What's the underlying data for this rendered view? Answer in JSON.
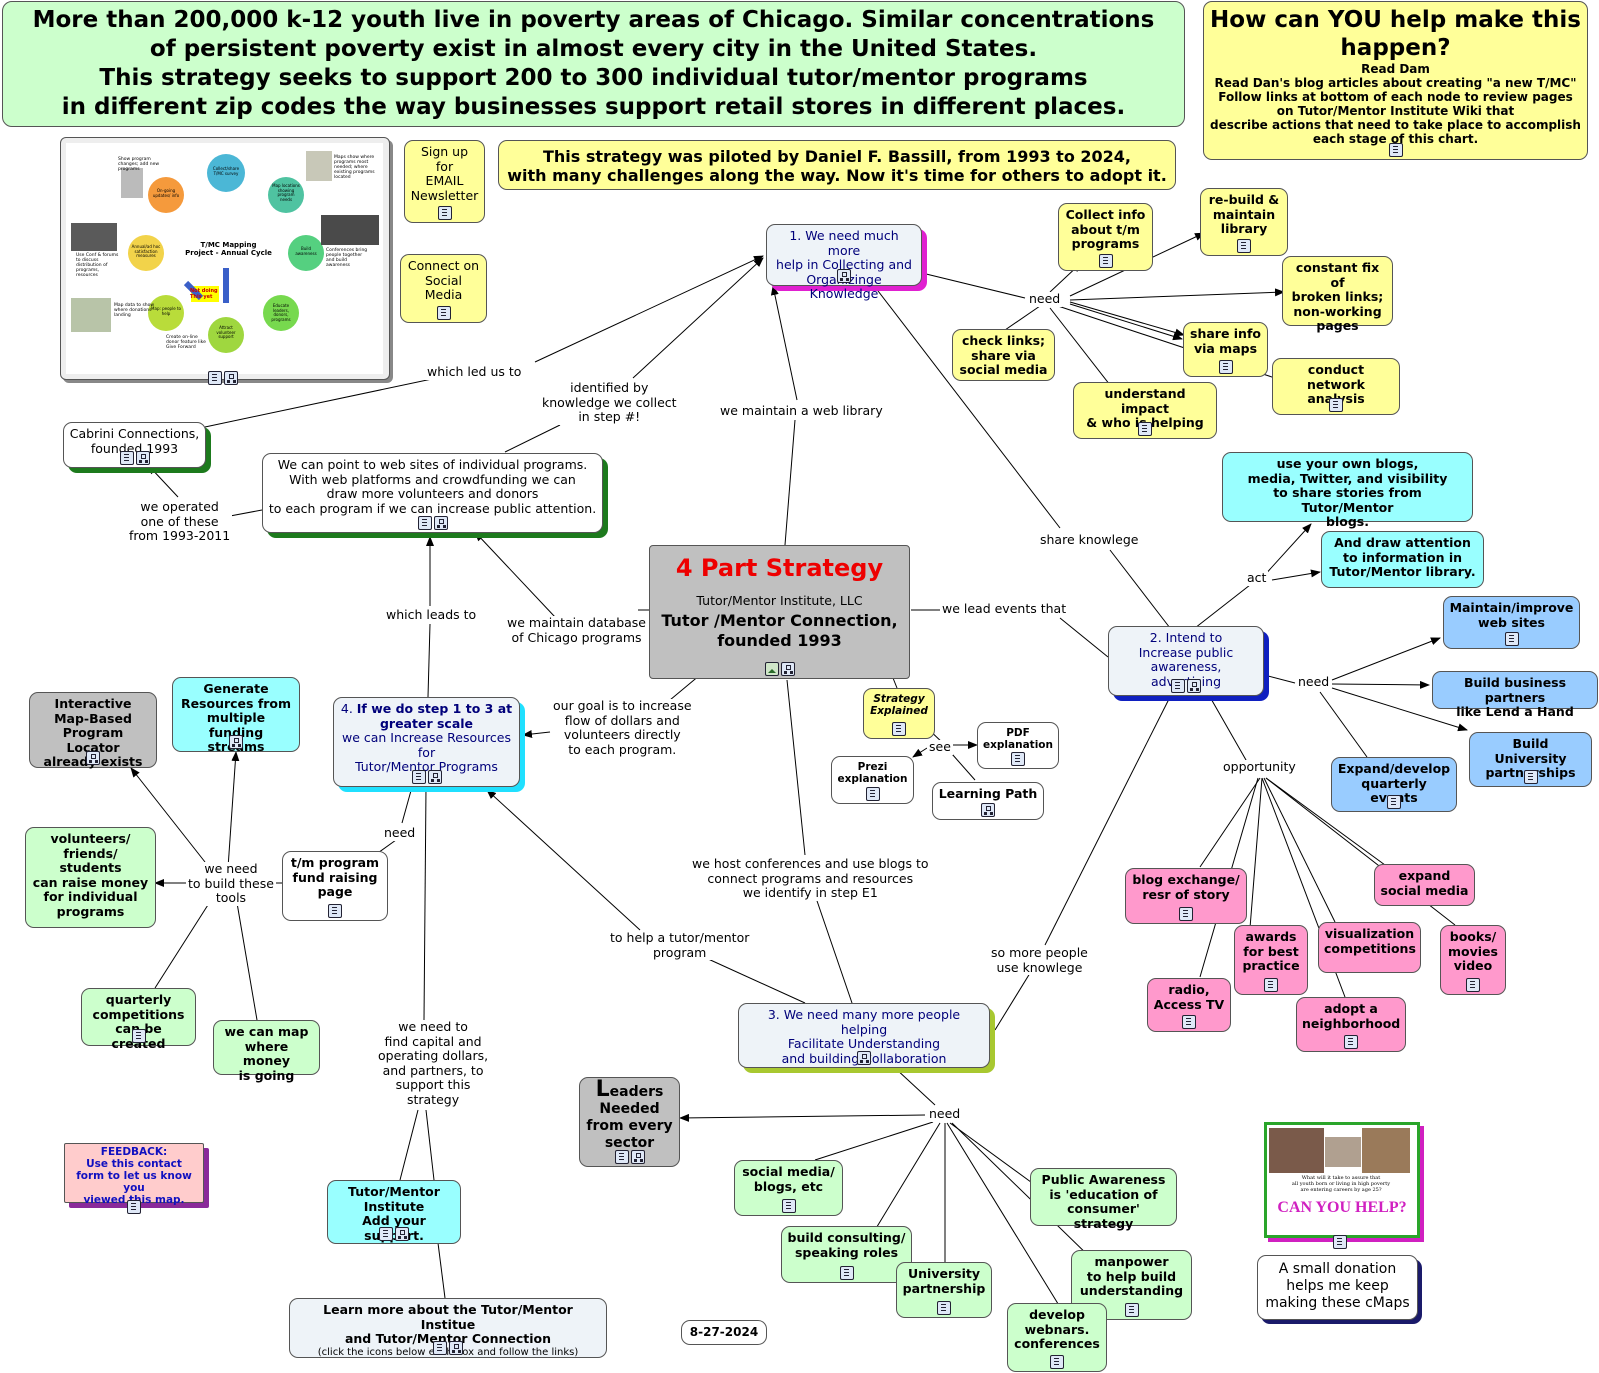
{
  "header": {
    "line1": "More than 200,000 k-12 youth live in poverty areas of Chicago. Similar concentrations",
    "line2": "of persistent poverty exist in almost every city in the  United States.",
    "line3": "This strategy seeks  to support 200 to 300 individual tutor/mentor programs",
    "line4": "in different zip codes the way businesses support retail stores in different places."
  },
  "help_box": {
    "title": "How can YOU help make this happen?",
    "body": "Read Dam\nRead Dan's blog articles about creating \"a new T/MC\"\nFollow links at bottom of each node to review pages\non Tutor/Mentor Institute Wiki that\ndescribe actions that need to take place to accomplish\neach stage of this chart."
  },
  "pilot_box": {
    "line1": "This strategy was piloted by Daniel F. Bassill, from 1993 to 2024,",
    "line2": "with many challenges along the way.  Now it's time for others to adopt it."
  },
  "thumbnail_cycle": {
    "center": "T/MC Mapping\nProject -  Annual Cycle",
    "not_doing": "Not doing\nThis yet",
    "notes": [
      "Show program\nchanges; add new\nprograms",
      "Maps show where\nprograms most\nneeded; where\nexisting programs\nlocated",
      "Use Conf & forums\nto discuss\ndistribution of\nprograms,\nresources",
      "Conferences bring\npeople together\nand build\nawareness",
      "Map data to show\nwhere donations\nlanding",
      "Create on-line\ndonor feature like\nGive Forward"
    ],
    "circles": [
      "On-going\nupdates/ info",
      "Collect/share\nT/MC survey",
      "Map locations\nshowing\nprogram\nneeds",
      "Build\nawareness",
      "Educate\nleaders,\ndonors,\nprograms",
      "Attract\nvolunteer\nsupport",
      "Map: people to\nhelp",
      "Annual/ad hoc\nsatisfaction\nmeasures"
    ]
  },
  "nodes": {
    "newsletter": "Sign up\nfor\nEMAIL\nNewsletter",
    "social": "Connect on\nSocial\nMedia",
    "cabrini": "Cabrini Connections,\nfounded 1993",
    "point": "We can point to web sites of individual programs.\nWith web platforms and crowdfunding we can\ndraw more volunteers and donors\nto each program if we can increase public attention.",
    "center_title": "4 Part Strategy",
    "center_sub": "Tutor/Mentor Institute, LLC",
    "center_main": "Tutor /Mentor Connection,\nfounded 1993",
    "step1": "1. We need much more\nhelp in Collecting and\nOrganizinge Knowledge",
    "collect_info": "Collect info\nabout t/m\nprograms",
    "rebuild": "re-build &\nmaintain\nlibrary",
    "constant_fix": "constant fix of\nbroken links;\nnon-working\npages",
    "check_links": "check links;\nshare via\nsocial media",
    "share_maps": "share info\nvia maps",
    "network": "conduct\nnetwork analysis",
    "impact": "understand impact\n& who is helping",
    "own_blogs": "use your own blogs,\nmedia, Twitter, and visibility\nto share stories from Tutor/Mentor\nblogs.",
    "draw_attention": "And draw attention\nto information in\nTutor/Mentor library.",
    "step2": "2. Intend to\nIncrease public\nawareness, advertising",
    "maintain_web": "Maintain/improve\nweb sites",
    "business": "Build business partners\nlike Lend a Hand",
    "university_p": "Build University\npartnerships",
    "events": "Expand/develop\nquarterly events",
    "strategy_exp": "Strategy\nExplained",
    "pdf": "PDF\nexplanation",
    "prezi": "Prezi\nexplanation",
    "learning": "Learning Path",
    "step4_a": "4. ",
    "step4_b": "If we do step 1 to 3 at\ngreater scale",
    "step4_c": "we can Increase Resources\nfor\nTutor/Mentor Programs",
    "locator": "Interactive\nMap-Based\nProgram Locator\nalready exists",
    "generate": "Generate\nResources from\nmultiple funding\nstreams",
    "volunteers": "volunteers/\nfriends/\nstudents\ncan raise money\nfor individual\nprograms",
    "fundraising": "t/m program\nfund raising\npage",
    "quarterly": "quarterly\ncompetitions\ncan be created",
    "map_money": "we can map\nwhere money\nis going",
    "blog_exchange": "blog exchange/\nresr of story",
    "expand_social": "expand\nsocial media",
    "awards": "awards\nfor best\npractice",
    "visualization": "visualization\ncompetitions",
    "books": "books/\nmovies\nvideo",
    "radio": "radio,\nAccess TV",
    "adopt": "adopt a\nneighborhood",
    "step3": "3. We need many more people helping\nFacilitate Understanding\nand building Collaboration",
    "leaders_big": "L",
    "leaders_rest": "eaders\nNeeded\nfrom every\nsector",
    "social_blogs": "social media/\nblogs, etc",
    "consulting": "build consulting/\nspeaking roles",
    "university": "University\npartnership",
    "public_awareness": "Public Awareness\nis 'education of\nconsumer' strategy",
    "manpower": "manpower\nto help build\nunderstanding",
    "webinars": "develop\nwebnars.\nconferences",
    "feedback": "FEEDBACK:\nUse this contact\nform to let us know you\nviewed this map.",
    "tmi_support": "Tutor/Mentor\nInstitute\nAdd your support.",
    "learn_more": "Learn more about the Tutor/Mentor Institue\nand Tutor/Mentor Connection",
    "learn_more_sub": "(click the icons below each box and follow the links)",
    "date": "8-27-2024",
    "donation": "A small donation\nhelps me keep\nmaking these cMaps",
    "donation_img_top": "What will it take to assure that\nall youth born or living in high poverty\nare entering careers by age 25?",
    "donation_img_can": "CAN YOU HELP?"
  },
  "link_labels": {
    "which_led": "which led us to",
    "identified": "identified by\nknowledge we collect\nin step #!",
    "operated": "we operated\none of these\nfrom 1993-2011",
    "web_library": "we maintain a web library",
    "need1": "need",
    "share_knowlege": "share knowlege",
    "act": "act",
    "lead_events": "we lead events that",
    "need2": "need",
    "opportunity": "opportunity",
    "which_leads": "which leads to",
    "database": "we maintain database\nof Chicago programs",
    "goal": "our goal is to increase\nflow of dollars and\nvolunteers directly\nto each program.",
    "see": "see",
    "need4": "need",
    "we_need_tools": "we need\nto build these\ntools",
    "conferences": "we host conferences and use blogs to\nconnect programs and resources\nwe identify in step E1",
    "to_help": "to help a tutor/mentor\nprogram",
    "so_more": "so more people\nuse knowlege",
    "find_capital": "we need to\nfind capital and\noperating dollars,\nand partners, to\nsupport this\nstrategy",
    "need3": "need"
  },
  "colors": {
    "header_bg": "#ccffcc",
    "help_bg": "#ffff99",
    "center_bg": "#c0c0c0",
    "center_title": "#ee0000",
    "step_bg": "#eef3f8"
  }
}
